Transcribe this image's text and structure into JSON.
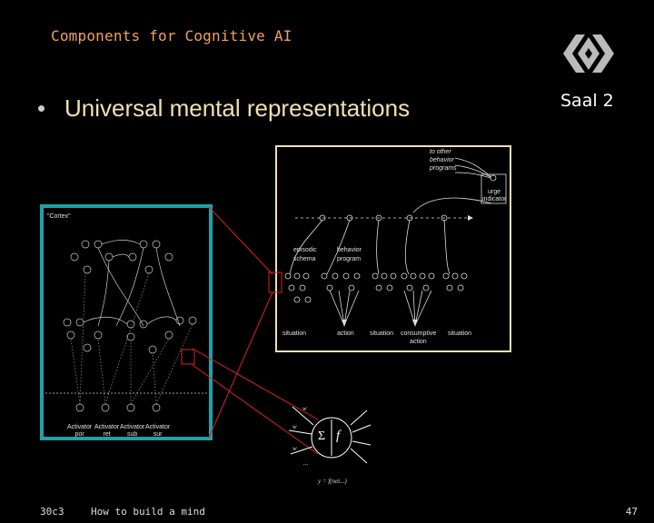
{
  "slide": {
    "title": "Components for Cognitive AI",
    "room": "Saal 2",
    "bullet": "Universal mental representations"
  },
  "diagram_behavior": {
    "to_other": "to other",
    "behavior": "behavior",
    "programs": "programs",
    "urge": "urge",
    "indicator": "indicator",
    "episodic": "episodic",
    "schema": "schema",
    "behavior2": "behavior",
    "program": "program",
    "situation1": "situation",
    "action": "action",
    "situation2": "situation",
    "consumptive": "consumptive",
    "action2": "action",
    "situation3": "situation"
  },
  "diagram_cortex": {
    "cortex": "\"Cortex\"",
    "activators": [
      {
        "line1": "Activator",
        "line2": "por"
      },
      {
        "line1": "Activator",
        "line2": "ret"
      },
      {
        "line1": "Activator",
        "line2": "sub"
      },
      {
        "line1": "Activator",
        "line2": "sur"
      }
    ]
  },
  "neuron": {
    "w1": "w",
    "w2": "w",
    "w3": "w",
    "dots": "...",
    "sigma": "Σ",
    "func": "f",
    "formula": "y = f(net...)"
  },
  "footer": {
    "event": "30c3",
    "talk": "How to build a mind",
    "page": "47"
  },
  "colors": {
    "title": "#f0a060",
    "bullet": "#f0e0b0",
    "panel_border": "#f0e0b0",
    "cortex_border": "#20a0a8",
    "connector": "#e02020"
  }
}
